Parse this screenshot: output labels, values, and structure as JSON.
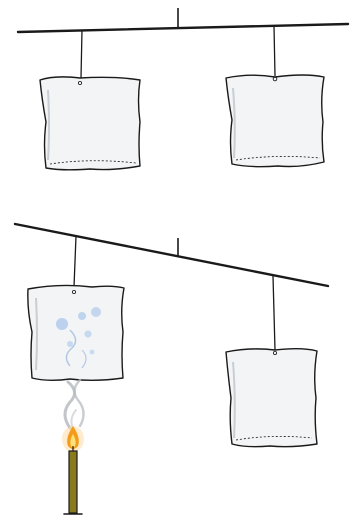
{
  "figure": {
    "panels": [
      {
        "id": "top",
        "state": "balanced",
        "bags": [
          {
            "side": "left",
            "heated": false
          },
          {
            "side": "right",
            "heated": false
          }
        ]
      },
      {
        "id": "bottom",
        "state": "tilted",
        "bags": [
          {
            "side": "left",
            "heated": true
          },
          {
            "side": "right",
            "heated": false
          }
        ],
        "heat_source": "candle"
      }
    ]
  },
  "colors": {
    "ink": "#1a1a1a",
    "bag_fill": "#f2f4f6",
    "bag_shade": "#d9dde2",
    "warm_air": "#a9c6ea",
    "smoke": "#b7bcc2",
    "flame_outer": "#f39c1a",
    "flame_inner": "#ffe37a",
    "candle": "#8a7a1e"
  }
}
